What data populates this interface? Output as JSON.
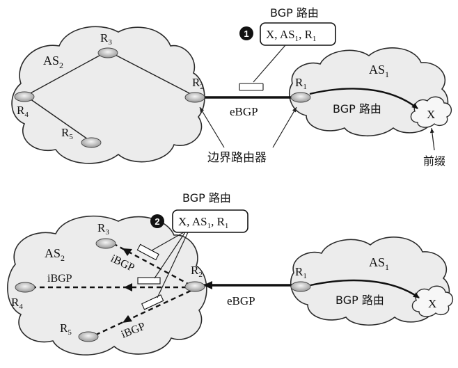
{
  "top": {
    "as2_label": "AS",
    "as2_sub": "2",
    "as1_label": "AS",
    "as1_sub": "1",
    "r3": "R",
    "r3_sub": "3",
    "r4": "R",
    "r4_sub": "4",
    "r5": "R",
    "r5_sub": "5",
    "r2": "R",
    "r2_sub": "2",
    "r1": "R",
    "r1_sub": "1",
    "badge": "1",
    "route_title": "BGP 路由",
    "route_box": {
      "x": "X, AS",
      "as_sub": "1",
      "sep": ", R",
      "r_sub": "1"
    },
    "ebgp": "eBGP",
    "bgp_route": "BGP 路由",
    "border_router": "边界路由器",
    "prefix_x": "X",
    "prefix_label": "前缀"
  },
  "bottom": {
    "as2_label": "AS",
    "as2_sub": "2",
    "as1_label": "AS",
    "as1_sub": "1",
    "r3": "R",
    "r3_sub": "3",
    "r4": "R",
    "r4_sub": "4",
    "r5": "R",
    "r5_sub": "5",
    "r2": "R",
    "r2_sub": "2",
    "r1": "R",
    "r1_sub": "1",
    "badge": "2",
    "route_title": "BGP 路由",
    "route_box": {
      "x": "X, AS",
      "as_sub": "1",
      "sep": ", R",
      "r_sub": "1"
    },
    "ibgp_top": "iBGP",
    "ibgp_mid": "iBGP",
    "ibgp_bottom": "iBGP",
    "ebgp": "eBGP",
    "bgp_route": "BGP 路由",
    "prefix_x": "X"
  }
}
